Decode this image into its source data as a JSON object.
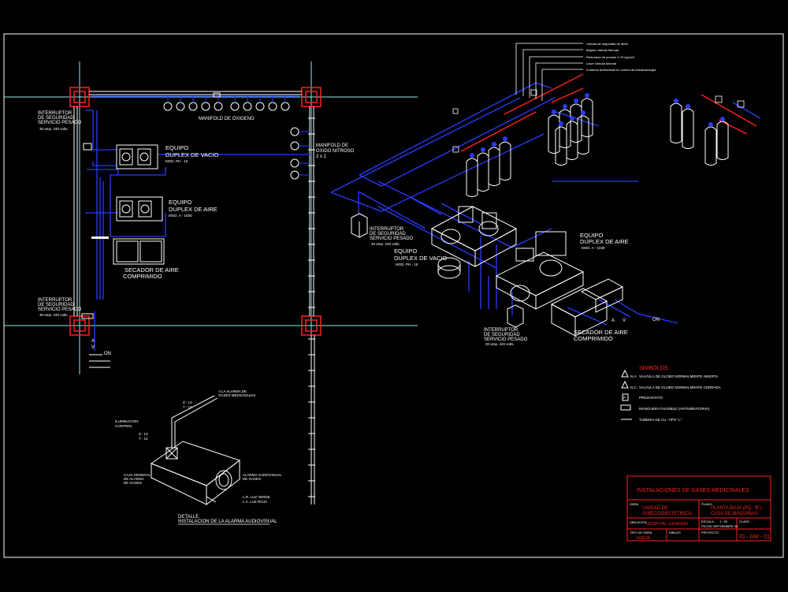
{
  "colors": {
    "background": "#000000",
    "border": "#ffffff",
    "grid_line": "#8fe8e8",
    "blue": "#2b3bff",
    "red": "#ff2020",
    "white": "#ffffff",
    "gray": "#c8c8c8"
  },
  "plan": {
    "oxygen_manifold": "MANIFOLD DE OXIGENO",
    "nitrous_manifold_l1": "MANIFOLD DE",
    "nitrous_manifold_l2": "OXIDO NITROSO",
    "nitrous_manifold_l3": "2 x 2",
    "switch_top_l1": "INTERRUPTOR",
    "switch_top_l2": "DE SEGURIDAD",
    "switch_top_l3": "SERVICIO PESADO",
    "switch_top_l4": "30 amp. 240 volts.",
    "vacuum_l1": "EQUIPO",
    "vacuum_l2": "DUPLEX DE VACIO",
    "vacuum_model": "MOD. PH - 15",
    "air_l1": "EQUIPO",
    "air_l2": "DUPLEX DE AIRE",
    "air_model": "MOD. A - 1030",
    "dryer_l1": "SECADOR DE AIRE",
    "dryer_l2": "COMPRIMIDO",
    "switch_bot_l1": "INTERRUPTOR",
    "switch_bot_l2": "DE SEGURIDAD",
    "switch_bot_l3": "SERVICIO PESADO",
    "switch_bot_l4": "30 amp. 240 volts.",
    "phase_a": "A",
    "phase_v": "V",
    "phase_on": "ON"
  },
  "iso": {
    "tank_legend_1": "Válvula de seguridad de alivio",
    "tank_legend_2": "Bajada Válvula Manual",
    "tank_legend_3": "Reductora de presión 0-70 kg/cm2",
    "tank_legend_4": "Llave Válvula Manual",
    "tank_legend_5": "A alarma audiovisual en control de Anestesiología",
    "switch_l1": "INTERRUPTOR",
    "switch_l2": "DE SEGURIDAD",
    "switch_l3": "SERVICIO PESADO",
    "switch_l4": "30 amp. 240 volts.",
    "vacuum_l1": "EQUIPO",
    "vacuum_l2": "DUPLEX DE VACIO",
    "vacuum_model": "MOD. PH - 15",
    "air_l1": "EQUIPO",
    "air_l2": "DUPLEX DE AIRE",
    "air_model": "MOD. A - 1030",
    "switch2_l1": "INTERRUPTOR",
    "switch2_l2": "DE SEGURIDAD",
    "switch2_l3": "SERVICIO PESADO",
    "switch2_l4": "30 amp. 240 volts.",
    "dryer_l1": "SECADOR DE AIRE",
    "dryer_l2": "COMPRIMIDO",
    "phase_a": "A",
    "phase_v": "V",
    "phase_on": "ON"
  },
  "symbols": {
    "title": "SIMBOLOS :",
    "na_code": "N.A.",
    "na_text": "VALVULA DE GLOBO NORMALMENTE ABIERTA",
    "nc_code": "N.C.",
    "nc_text": "VALVULA DE GLOBO NORMALMENTE CERRADA",
    "p_code": "P",
    "p_text": "PRESOSTATO",
    "hose_text": "MANGUERA FLEXIBLE (ANTIVIBRATORIA)",
    "pipe_text": "TUBERIA DE CU. TIPO \"L\""
  },
  "detail": {
    "title_l1": "DETALLE",
    "title_l2": "INSTALACION DE LA ALARMA AUDIOVISUAL",
    "note_top_l1": "A LA ALARMA DE",
    "note_top_l2": "GASES MEDICINALES",
    "note_a": "d - 13",
    "note_b": "T - 12",
    "note_left_l1": "ILUMINACION",
    "note_left_l2": "CONTROL",
    "note_c": "d - 13",
    "note_d": "T - 12",
    "note_box_l1": "CAJA GENERAL",
    "note_box_l2": "DE ALARMA",
    "note_box_l3": "DE GASES",
    "note_right_l1": "ALARMA AUDIOVISUAL",
    "note_right_l2": "DE GASES",
    "note_lr_l1": "L.R. LUZ VERDE",
    "note_lr_l2": "L.A. LUZ ROJA"
  },
  "titleblock": {
    "header": "INSTALACIONES DE GASES MEDICINALES",
    "label_unit": "OBRA",
    "unit_l1": "UNIDAD DE",
    "unit_l2": "GINECOOBSTETRICIA",
    "label_plan": "PLANO",
    "plan_l1": "PLANTA BAJA (PQ. \"B\")",
    "plan_l2": "CASA DE MAQUINAS",
    "label_location": "UBICACION",
    "location": "HOSPITAL GENERAL",
    "label_scale": "ESCALA :",
    "scale": "1 : 50",
    "label_sheet": "CLAVE :",
    "label_date": "FECHA :",
    "date": "SEPTIEMBRE 98",
    "label_type": "TIPO DE OBRA",
    "type": "NUEVA",
    "label_drew": "DIBUJO",
    "label_project": "PROYECTO",
    "sheet_code": "IG - GM - 01"
  }
}
